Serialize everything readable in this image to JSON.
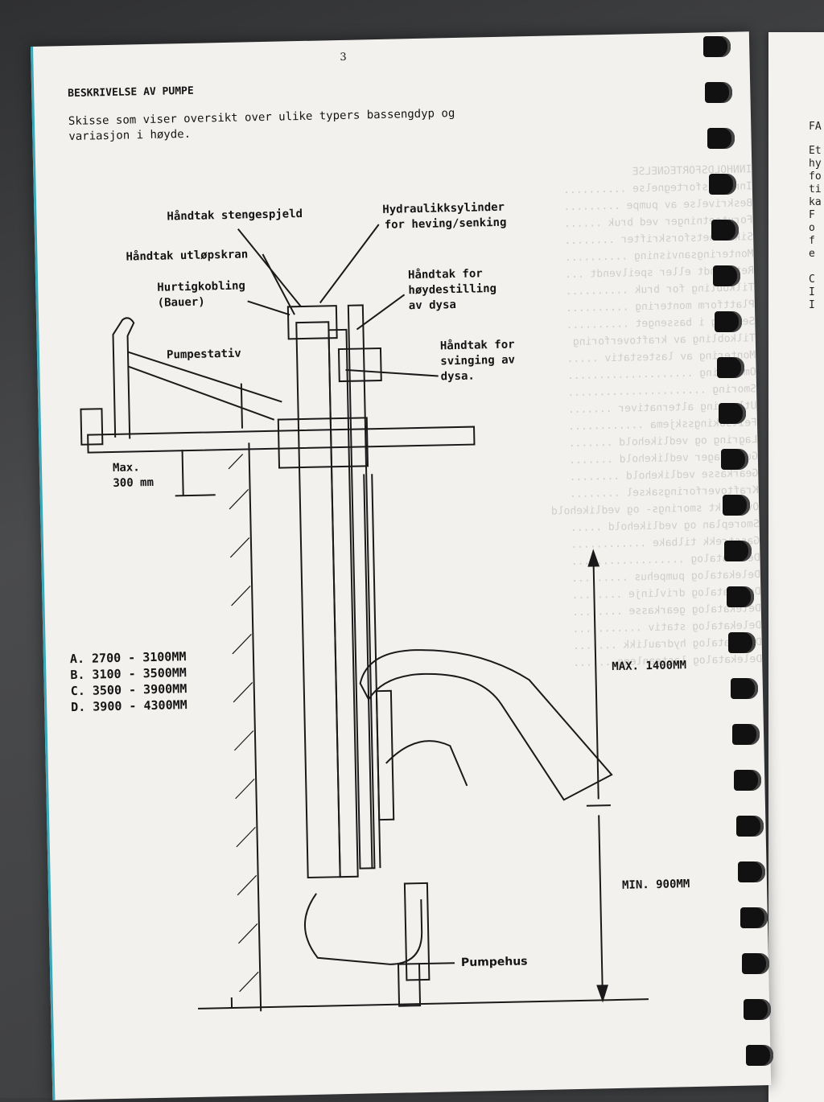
{
  "page": {
    "number": "3",
    "heading": "BESKRIVELSE AV PUMPE",
    "intro_line1": "Skisse som viser oversikt over ulike typers bassengdyp og",
    "intro_line2": "variasjon i høyde."
  },
  "diagram": {
    "labels": {
      "handtak_stengespjeld": "Håndtak stengespjeld",
      "hydraulikk_line1": "Hydraulikksylinder",
      "hydraulikk_line2": "for heving/senking",
      "handtak_utlopskran": "Håndtak utløpskran",
      "hurtigkobling_line1": "Hurtigkobling",
      "hurtigkobling_line2": "(Bauer)",
      "hoydestilling_line1": "Håndtak for",
      "hoydestilling_line2": "høydestilling",
      "hoydestilling_line3": "av dysa",
      "pumpestativ": "Pumpestativ",
      "svinging_line1": "Håndtak for",
      "svinging_line2": "svinging av",
      "svinging_line3": "dysa.",
      "max_line1": "Max.",
      "max_line2": "300 mm",
      "max_1400": "MAX. 1400MM",
      "min_900": "MIN. 900MM",
      "pumpehus": "Pumpehus"
    },
    "depth_table": [
      {
        "type": "A.",
        "from": "2700",
        "to": "3100MM"
      },
      {
        "type": "B.",
        "from": "3100",
        "to": "3500MM"
      },
      {
        "type": "C.",
        "from": "3500",
        "to": "3900MM"
      },
      {
        "type": "D.",
        "from": "3900",
        "to": "4300MM"
      }
    ]
  },
  "next_page_fragment": {
    "lines": [
      "FA",
      "",
      "Et",
      "hy",
      "fo",
      "ti",
      "ka",
      "F",
      "o",
      "f",
      "e",
      "",
      "C",
      "I",
      "I"
    ]
  }
}
